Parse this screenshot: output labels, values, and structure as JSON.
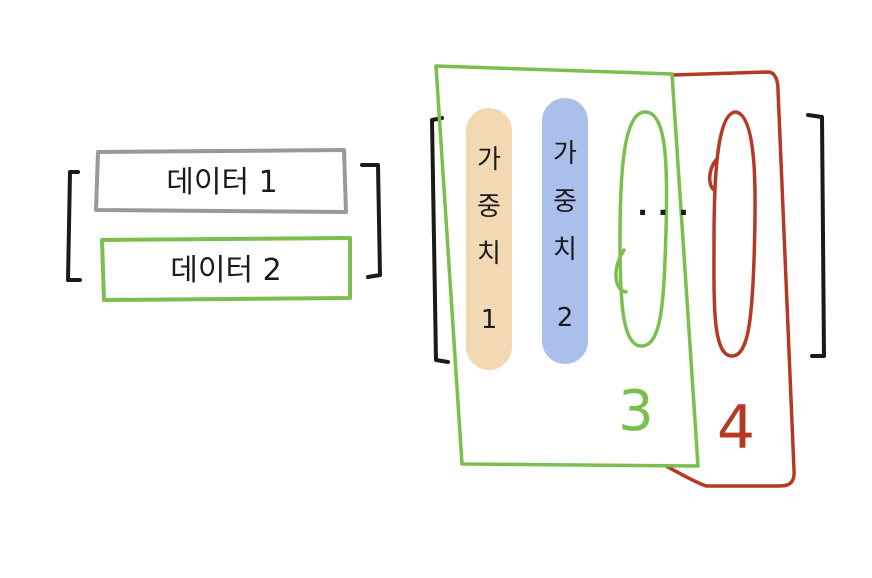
{
  "data_rows": [
    {
      "label": "데이터 1",
      "color": "#999999"
    },
    {
      "label": "데이터 2",
      "color": "#7bbf4e"
    }
  ],
  "weights": [
    {
      "chars": [
        "가",
        "중",
        "치",
        "1"
      ],
      "fill": "#f2d8b3"
    },
    {
      "chars": [
        "가",
        "중",
        "치",
        "2"
      ],
      "fill": "#aabfec"
    }
  ],
  "ellipsis": "· · ·",
  "region_3": {
    "label": "3",
    "color": "#7bbf4e"
  },
  "region_4": {
    "label": "4",
    "color": "#b53a23"
  },
  "bracket_color": "#1a1a1a"
}
